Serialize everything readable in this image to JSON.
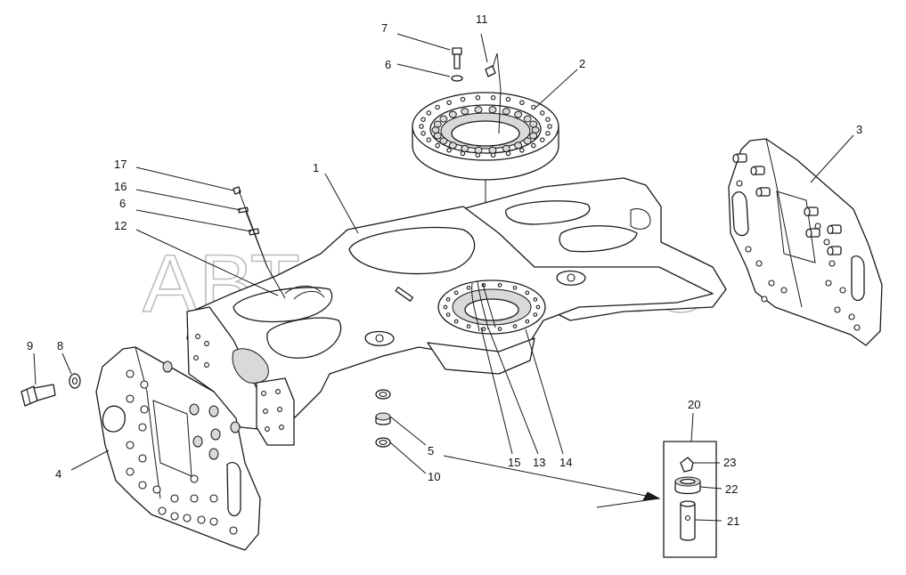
{
  "watermark": "АВТОАЛЬЯНС",
  "callouts": {
    "c1": "1",
    "c2": "2",
    "c3": "3",
    "c4": "4",
    "c5": "5",
    "c6a": "6",
    "c6b": "6",
    "c7": "7",
    "c8": "8",
    "c9": "9",
    "c10": "10",
    "c11": "11",
    "c12": "12",
    "c13": "13",
    "c14": "14",
    "c15": "15",
    "c16": "16",
    "c17": "17",
    "c20": "20",
    "c21": "21",
    "c22": "22",
    "c23": "23"
  }
}
